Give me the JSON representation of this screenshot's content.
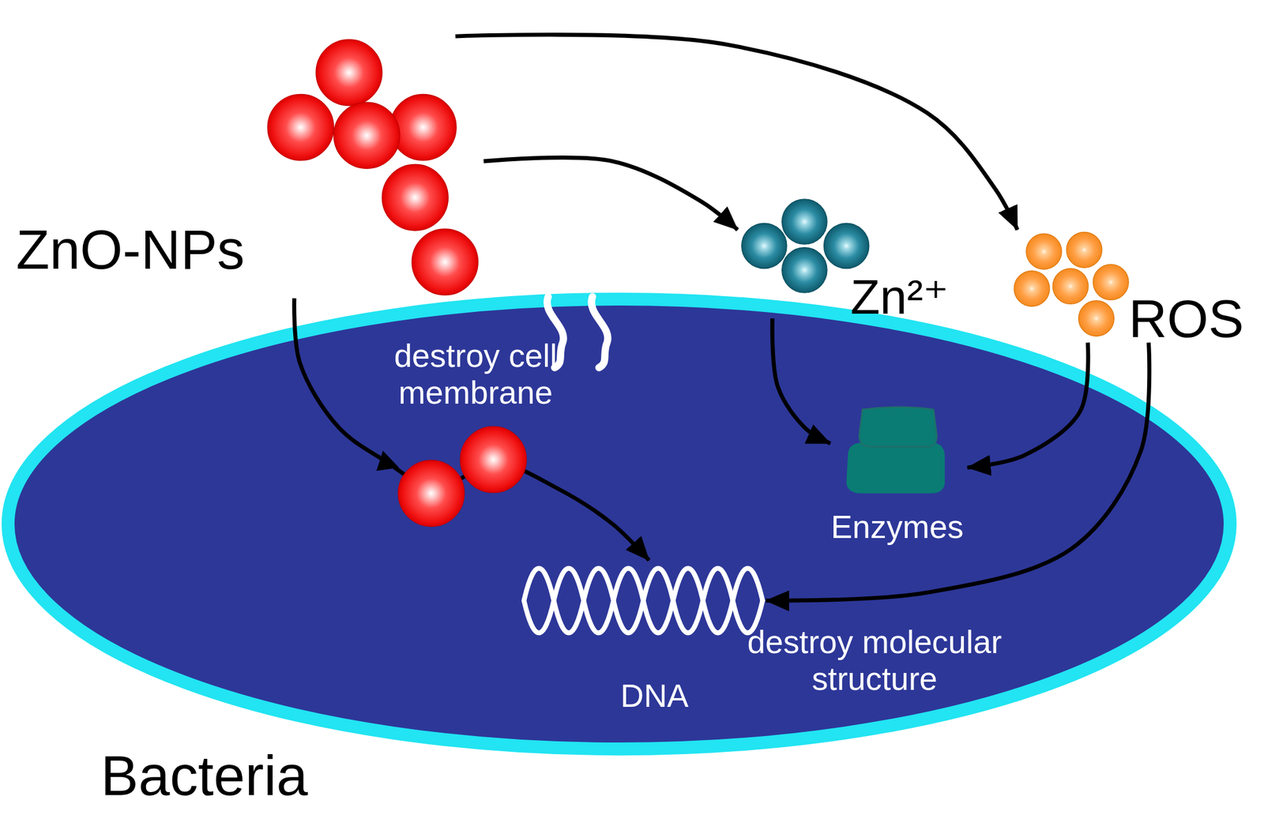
{
  "diagram": {
    "nodes": [
      {
        "text": [
          "ZnO-NPs"
        ]
      },
      {
        "text": [
          "Zn²⁺"
        ]
      },
      {
        "text": [
          "ROS"
        ]
      },
      {
        "text": [
          "Bacteria"
        ]
      },
      {
        "text": [
          "Enzymes"
        ],
        "in": 3
      },
      {
        "text": [
          "DNA"
        ],
        "in": 3
      }
    ],
    "edges": [
      {
        "from": 0,
        "to": 1,
        "arrow": "to"
      },
      {
        "from": 0,
        "to": 2,
        "arrow": "to"
      },
      {
        "from": 1,
        "to": 4,
        "arrow": "to"
      },
      {
        "from": 2,
        "to": 4,
        "arrow": "to"
      },
      {
        "from": 2,
        "to": 5,
        "arrow": "to",
        "label": "destroy molecular structure"
      },
      {
        "from": 0,
        "to": 5,
        "arrow": "to"
      }
    ],
    "labels": [
      "destroy cell membrane"
    ]
  }
}
